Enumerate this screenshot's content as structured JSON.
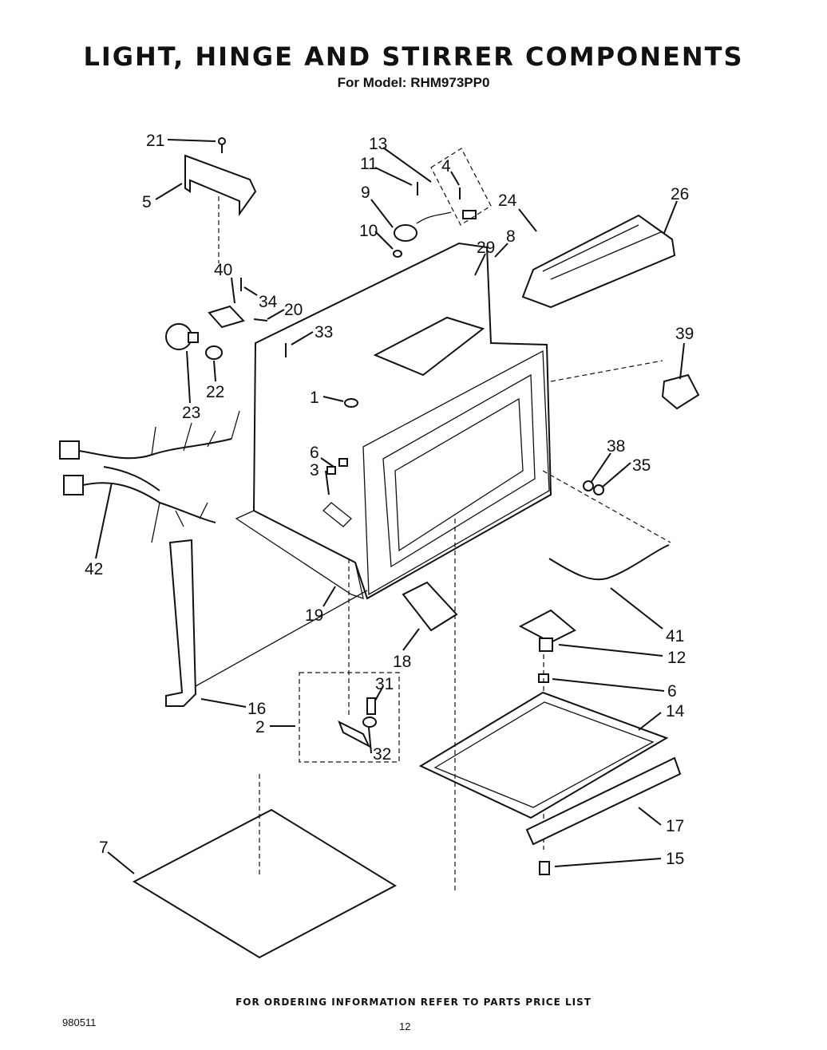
{
  "header": {
    "title": "LIGHT, HINGE AND STIRRER COMPONENTS",
    "subtitle": "For Model: RHM973PP0"
  },
  "footer": {
    "note": "FOR ORDERING INFORMATION REFER TO PARTS PRICE LIST",
    "doc_number": "980511",
    "page_number": "12"
  },
  "callouts": [
    "21",
    "5",
    "13",
    "11",
    "4",
    "9",
    "10",
    "24",
    "26",
    "8",
    "29",
    "40",
    "34",
    "20",
    "33",
    "39",
    "1",
    "23",
    "22",
    "6",
    "3",
    "38",
    "35",
    "42",
    "19",
    "18",
    "41",
    "12",
    "31",
    "16",
    "2",
    "32",
    "14",
    "7",
    "17",
    "15"
  ]
}
